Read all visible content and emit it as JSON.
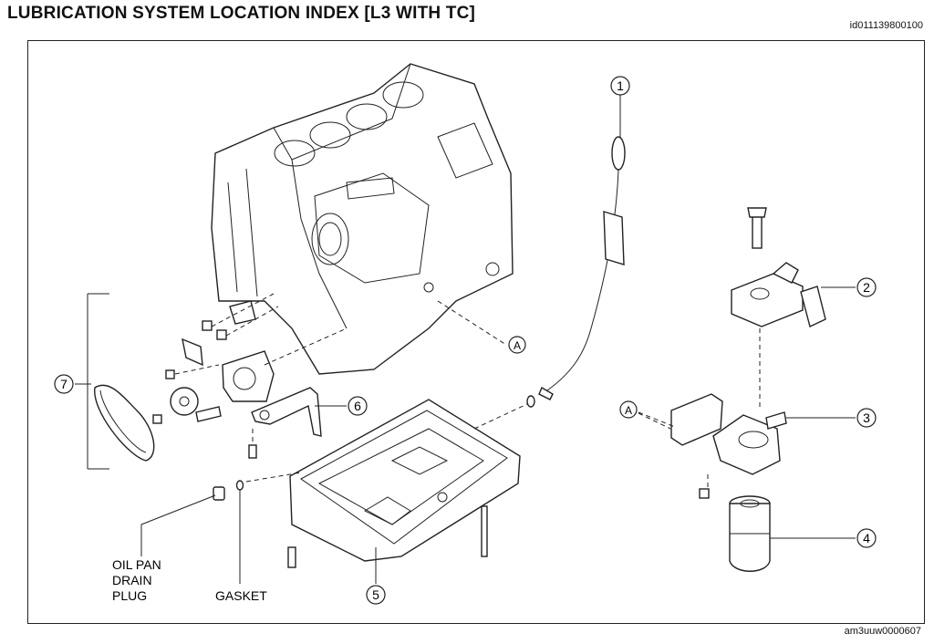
{
  "header": {
    "title": "LUBRICATION SYSTEM LOCATION INDEX [L3 WITH TC]",
    "doc_id": "id011139800100"
  },
  "footer": {
    "figure_id": "am3uuw0000607"
  },
  "callouts": {
    "c1": "1",
    "c2": "2",
    "c3": "3",
    "c4": "4",
    "c5": "5",
    "c6": "6",
    "c7": "7",
    "ref_a": "A"
  },
  "labels": {
    "drain_plug_line1": "OIL PAN",
    "drain_plug_line2": "DRAIN",
    "drain_plug_line3": "PLUG",
    "gasket": "GASKET"
  }
}
